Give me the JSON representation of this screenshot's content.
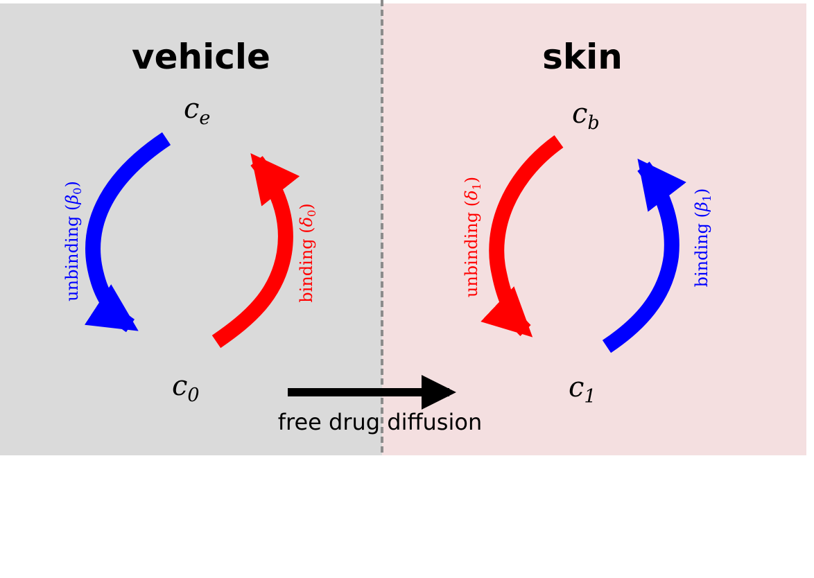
{
  "regions": {
    "left": {
      "title": "vehicle",
      "fill": "#dadada"
    },
    "right": {
      "title": "skin",
      "fill": "#f4dfe0"
    },
    "divider_color": "#8c8c8c"
  },
  "nodes": {
    "c_e": {
      "base": "c",
      "sub": "e"
    },
    "c_0": {
      "base": "c",
      "sub": "0"
    },
    "c_b": {
      "base": "c",
      "sub": "b"
    },
    "c_1": {
      "base": "c",
      "sub": "1"
    }
  },
  "edges": {
    "unbinding_beta0": {
      "label": "unbinding (",
      "symbol": "β",
      "sub": "0",
      "close": ")",
      "color": "#0000ff"
    },
    "binding_delta0": {
      "label": "binding (",
      "symbol": "δ",
      "sub": "0",
      "close": ")",
      "color": "#ff0000"
    },
    "unbinding_delta1": {
      "label": "unbinding (",
      "symbol": "δ",
      "sub": "1",
      "close": ")",
      "color": "#ff0000"
    },
    "binding_beta1": {
      "label": "binding (",
      "symbol": "β",
      "sub": "1",
      "close": ")",
      "color": "#0000ff"
    },
    "diffusion": {
      "label": "free drug diffusion",
      "color": "#000000"
    }
  }
}
